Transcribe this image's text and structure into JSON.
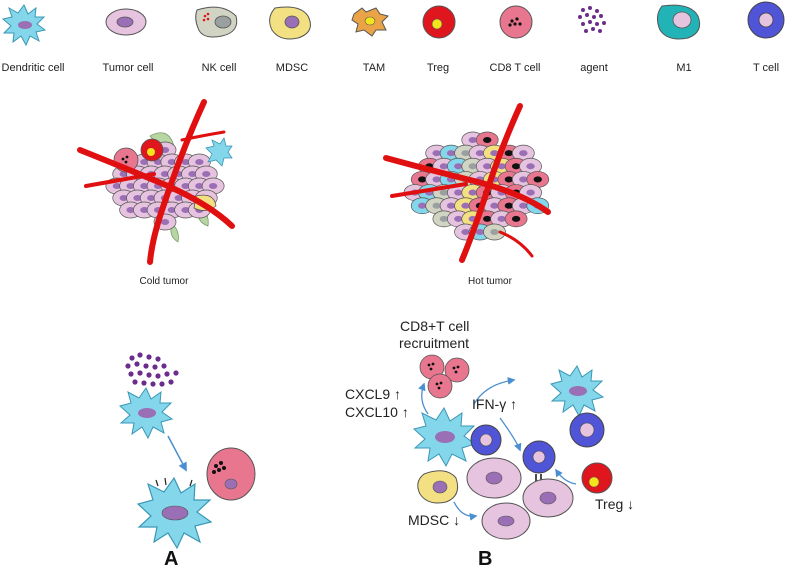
{
  "legend": {
    "items": [
      {
        "key": "dendritic",
        "label": "Dendritic cell"
      },
      {
        "key": "tumor",
        "label": "Tumor cell"
      },
      {
        "key": "nk",
        "label": "NK cell"
      },
      {
        "key": "mdsc",
        "label": "MDSC"
      },
      {
        "key": "tam",
        "label": "TAM"
      },
      {
        "key": "treg",
        "label": "Treg"
      },
      {
        "key": "cd8",
        "label": "CD8 T cell"
      },
      {
        "key": "agent",
        "label": "agent"
      },
      {
        "key": "m1",
        "label": "M1"
      },
      {
        "key": "tcell",
        "label": "T cell"
      }
    ]
  },
  "tumors": {
    "cold_label": "Cold tumor",
    "hot_label": "Hot tumor"
  },
  "panel_a": {
    "letter": "A"
  },
  "panel_b": {
    "letter": "B",
    "recruit_line1": "CD8+T cell",
    "recruit_line2": "recruitment",
    "cxcl9": "CXCL9",
    "cxcl10": "CXCL10",
    "ifng": "IFN-γ",
    "mdsc": "MDSC",
    "treg": "Treg",
    "up_arrow": "↑",
    "down_arrow": "↓"
  },
  "colors": {
    "tumor_fill": "#e6c3de",
    "tumor_nucleus": "#9b6fb5",
    "dendritic_fill": "#84d6ea",
    "dendritic_stroke": "#3a97b5",
    "cd8_fill": "#e9768f",
    "treg_fill": "#e0161e",
    "treg_nucleus": "#f4e41c",
    "tcell_fill": "#4f55d6",
    "m1_fill": "#22b3b6",
    "nk_fill": "#d1d4c2",
    "mdsc_fill": "#f2e083",
    "tam_fill": "#eaa447",
    "agent_fill": "#6b2d8c",
    "vessel": "#e01010",
    "arrow": "#4a8fd0"
  }
}
